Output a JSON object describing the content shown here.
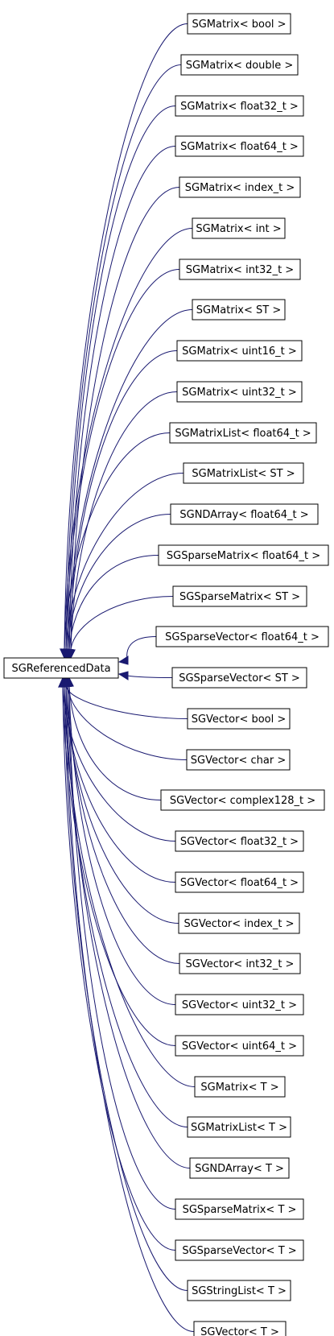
{
  "base": "SGReferencedData",
  "derived": [
    "SGMatrix< bool >",
    "SGMatrix< double >",
    "SGMatrix< float32_t >",
    "SGMatrix< float64_t >",
    "SGMatrix< index_t >",
    "SGMatrix< int >",
    "SGMatrix< int32_t >",
    "SGMatrix< ST >",
    "SGMatrix< uint16_t >",
    "SGMatrix< uint32_t >",
    "SGMatrixList< float64_t >",
    "SGMatrixList< ST >",
    "SGNDArray< float64_t >",
    "SGSparseMatrix< float64_t >",
    "SGSparseMatrix< ST >",
    "SGSparseVector< float64_t >",
    "SGSparseVector< ST >",
    "SGVector< bool >",
    "SGVector< char >",
    "SGVector< complex128_t >",
    "SGVector< float32_t >",
    "SGVector< float64_t >",
    "SGVector< index_t >",
    "SGVector< int32_t >",
    "SGVector< uint32_t >",
    "SGVector< uint64_t >",
    "SGMatrix< T >",
    "SGMatrixList< T >",
    "SGNDArray< T >",
    "SGSparseMatrix< T >",
    "SGSparseVector< T >",
    "SGStringList< T >",
    "SGVector< T >"
  ],
  "colors": {
    "edge": "#191970",
    "box_border": "#000000",
    "background": "#ffffff"
  }
}
